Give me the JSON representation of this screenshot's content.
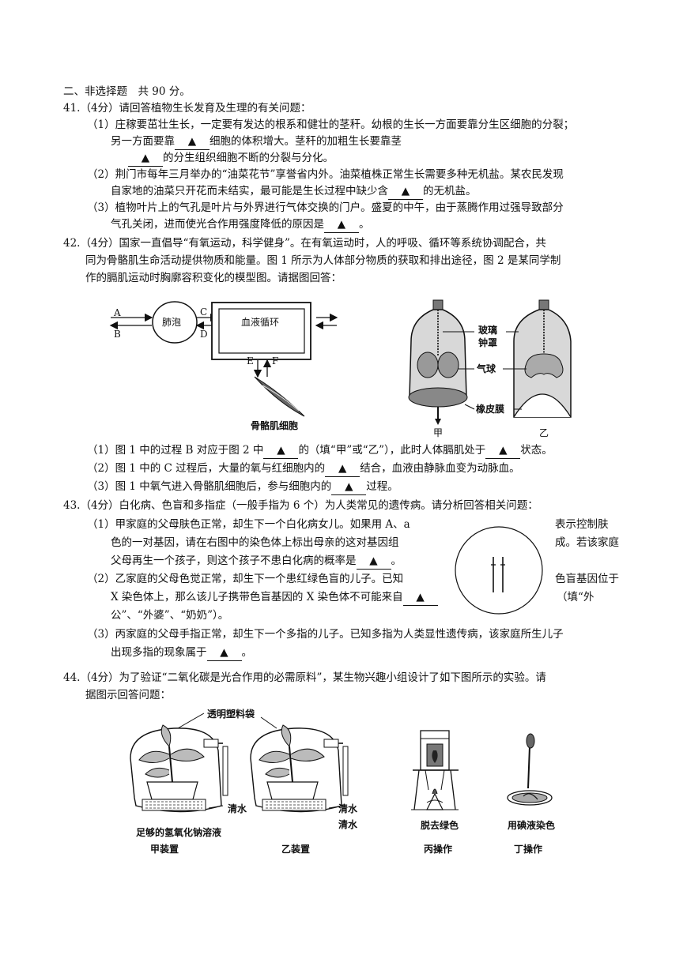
{
  "section": {
    "title": "二、非选择题　共 90 分。"
  },
  "tri": "▲",
  "q41": {
    "stem": "41.（4分）请回答植物生长发育及生理的有关问题：",
    "p1_a": "（1）庄稼要茁壮生长，一定要有发达的根系和健壮的茎秆。幼根的生长一方面要靠分生区细胞的分裂；",
    "p1_b1": "另一方面要靠",
    "p1_b2": "细胞的体积增大。茎秆的加粗生长要靠茎",
    "p1_c": "的分生组织细胞不断的分裂与分化。",
    "p2_a": "（2）荆门市每年三月举办的“油菜花节”享誉省内外。油菜植株正常生长需要多种无机盐。某农民发现",
    "p2_b1": "自家地的油菜只开花而未结实，最可能是生长过程中缺少含",
    "p2_b2": "的无机盐。",
    "p3_a": "（3）植物叶片上的气孔是叶片与外界进行气体交换的门户。盛夏的中午，由于蒸腾作用过强导致部分",
    "p3_b1": "气孔关闭，进而使光合作用强度降低的原因是",
    "p3_b2": "。"
  },
  "q42": {
    "stem_a": "42.（4分）国家一直倡导“有氧运动，科学健身”。在有氧运动时，人的呼吸、循环等系统协调配合，共",
    "stem_b": "同为骨骼肌生命活动提供物质和能量。图 1 所示为人体部分物质的获取和排出途径，图 2 是某同学制",
    "stem_c": "作的膈肌运动时胸廓容积变化的模型图。请据图回答：",
    "fig1": {
      "A": "A",
      "B": "B",
      "C": "C",
      "D": "D",
      "E": "E",
      "F": "F",
      "alveoli": "肺泡",
      "circulation": "血液循环",
      "muscle": "骨骼肌细胞"
    },
    "fig2": {
      "bell1": "玻璃",
      "bell2": "钟罩",
      "balloon": "气球",
      "membrane": "橡皮膜",
      "jia": "甲",
      "yi": "乙"
    },
    "p1_1": "（1）图 1 中的过程 B 对应于图 2 中",
    "p1_2": "的（填“甲”或“乙”），此时人体膈肌处于",
    "p1_3": "状态。",
    "p2_1": "（2）图 1 中的 C 过程后，大量的氧与红细胞内的",
    "p2_2": "结合，血液由静脉血变为动脉血。",
    "p3_1": "（3）图 1 中氧气进入骨骼肌细胞后，参与细胞内的",
    "p3_2": "过程。"
  },
  "q43": {
    "stem": "43.（4分）白化病、色盲和多指症（一般手指为 6 个）为人类常见的遗传病。请分析回答相关问题：",
    "p1_a1": "（1）甲家庭的父母肤色正常，却生下一个白化病女儿。如果用 A、a",
    "p1_a2": "表示控制肤",
    "p1_b1": "色的一对基因，请在右图中的染色体上标出母亲的这对基因组",
    "p1_b2": "成。若该家庭",
    "p1_c1": "父母再生一个孩子，则这个孩子不患白化病的概率是",
    "p1_c2": "。",
    "p2_a1": "（2）乙家庭的父母色觉正常，却生下一个患红绿色盲的儿子。已知",
    "p2_a2": "色盲基因位于",
    "p2_b1": "X 染色体上，那么该儿子携带色盲基因的 X 染色体不可能来自",
    "p2_b2": "（填“外",
    "p2_c": "公”、“外婆”、“奶奶”）。",
    "p3_a": "（3）丙家庭的父母手指正常，却生下一个多指的儿子。已知多指为人类显性遗传病，该家庭所生儿子",
    "p3_b1": "出现多指的现象属于",
    "p3_b2": "。"
  },
  "q44": {
    "stem_a": "44.（4分）为了验证“二氧化碳是光合作用的必需原料”，某生物兴趣小组设计了如下图所示的实验。请",
    "stem_b": "据图示回答问题：",
    "bag": "透明塑料袋",
    "water1": "清水",
    "water2": "清水",
    "water3": "清水",
    "naoh": "足够的氢氧化钠溶液",
    "jia": "甲装置",
    "yi": "乙装置",
    "bing_label": "脱去绿色",
    "ding_label": "用碘液染色",
    "bing": "丙操作",
    "ding": "丁操作"
  }
}
